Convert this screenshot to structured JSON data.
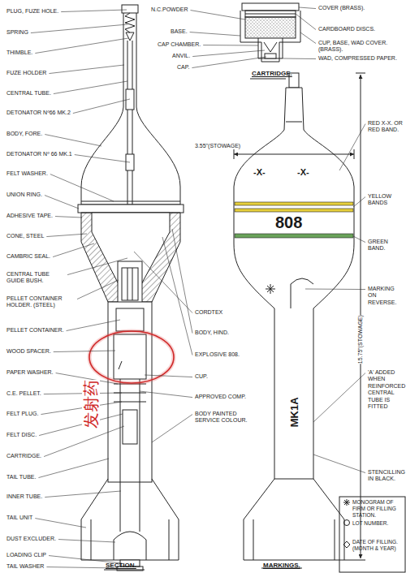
{
  "diagram": {
    "labels": [
      "PLUG, FUZE HOLE.",
      "SPRING",
      "THIMBLE.",
      "FUZE HOLDER",
      "CENTRAL TUBE.",
      "DETONATOR Nº66 MK.2",
      "BODY, FORE.",
      "DETONATOR Nº 66 MK.1",
      "FELT WASHER.",
      "UNION RING.",
      "ADHESIVE TAPE.",
      "CONE, STEEL",
      "CAMBRIC SEAL.",
      "CENTRAL TUBE GUIDE BUSH.",
      "PELLET CONTAINER HOLDER. (STEEL)",
      "PELLET CONTAINER.",
      "WOOD SPACER.",
      "PAPER WASHER.",
      "C.E. PELLET.",
      "FELT PLUG.",
      "FELT DISC.",
      "CARTRIDGE.",
      "TAIL TUBE.",
      "INNER TUBE.",
      "TAIL UNIT",
      "DUST EXCLUDER.",
      "LOADING CLIP",
      "TAIL WASHER",
      "CORDTEX",
      "BODY, HIND.",
      "EXPLOSIVE 808.",
      "CUP.",
      "APPROVED COMP.",
      "BODY PAINTED SERVICE COLOUR.",
      "SECTION.",
      "发射药",
      "N.C.POWDER",
      "BASE.",
      "CAP CHAMBER.",
      "ANVIL.",
      "CAP.",
      "COVER (BRASS).",
      "CARDBOARD DISCS.",
      "CUP, BASE, WAD COVER. (BRASS).",
      "WAD, COMPRESSED PAPER.",
      "CARTRIDGE.",
      "3.55\"(STOWAGE)",
      "-X-",
      "-X-",
      "808",
      "RED X-X. OR RED BAND.",
      "YELLOW BANDS",
      "GREEN BAND.",
      "MARKING ON REVERSE.",
      "15.75\"(STOWAGE)",
      "MK1A",
      "'A' ADDED WHEN REINFORCED CENTRAL TUBE IS FITTED",
      "STENCILLING IN BLACK.",
      "MARKINGS."
    ],
    "legend": [
      {
        "text": "MONOGRAM OF FIRM OR FILLING STATION."
      },
      {
        "text": "LOT NUMBER."
      },
      {
        "text": "DATE OF FILLING. (MONTH & YEAR)"
      }
    ]
  }
}
